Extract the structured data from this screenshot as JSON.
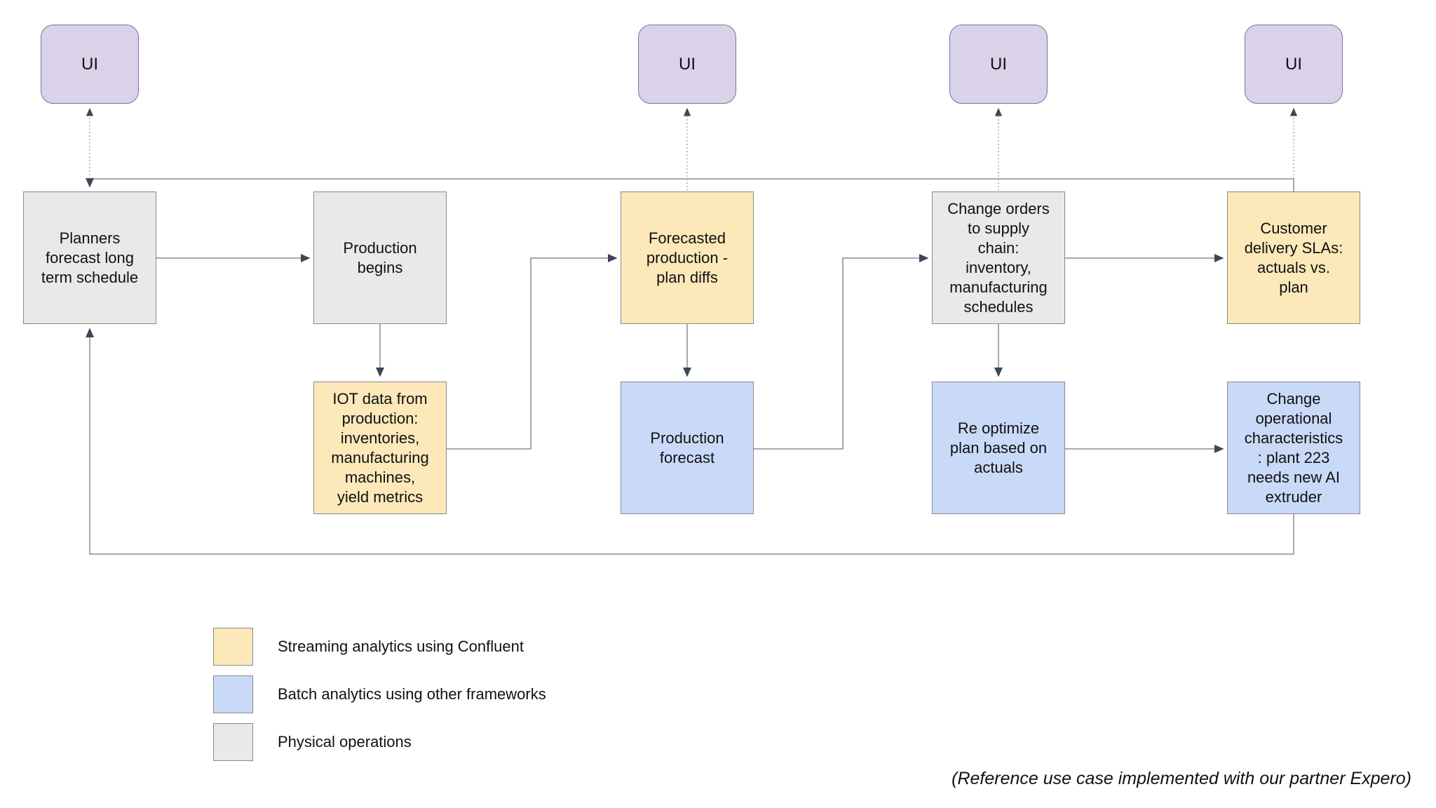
{
  "diagram": {
    "ui_nodes": [
      {
        "label": "UI"
      },
      {
        "label": "UI"
      },
      {
        "label": "UI"
      },
      {
        "label": "UI"
      }
    ],
    "nodes": [
      {
        "id": "planners-forecast",
        "type": "physical",
        "label": "Planners\nforecast long\nterm schedule"
      },
      {
        "id": "production-begins",
        "type": "physical",
        "label": "Production\nbegins"
      },
      {
        "id": "forecasted-production",
        "type": "streaming",
        "label": "Forecasted\nproduction -\nplan diffs"
      },
      {
        "id": "change-orders",
        "type": "physical",
        "label": "Change orders\nto supply\nchain:\ninventory,\nmanufacturing\nschedules"
      },
      {
        "id": "customer-slas",
        "type": "streaming",
        "label": "Customer\ndelivery SLAs:\nactuals vs.\nplan"
      },
      {
        "id": "iot-data",
        "type": "streaming",
        "label": "IOT data from\nproduction:\ninventories,\nmanufacturing\nmachines,\nyield metrics"
      },
      {
        "id": "production-forecast",
        "type": "batch",
        "label": "Production\nforecast"
      },
      {
        "id": "reoptimize-plan",
        "type": "batch",
        "label": "Re optimize\nplan based on\nactuals"
      },
      {
        "id": "change-operational",
        "type": "batch",
        "label": "Change\noperational\ncharacteristics\n: plant 223\nneeds new AI\nextruder"
      }
    ],
    "legend": {
      "items": [
        {
          "type": "streaming",
          "color": "#fce8b9",
          "label": "Streaming analytics using Confluent"
        },
        {
          "type": "batch",
          "color": "#c9daf8",
          "label": "Batch analytics using other frameworks"
        },
        {
          "type": "physical",
          "color": "#e9e9e9",
          "label": "Physical operations"
        }
      ]
    },
    "note": "(Reference use case implemented with our partner Expero)",
    "colors": {
      "ui_fill": "#d9d2e9",
      "ui_border": "#7d7494",
      "streaming_fill": "#fce8b9",
      "batch_fill": "#c9daf8",
      "physical_fill": "#e9e9e9",
      "box_border": "#8a8a8a",
      "connector": "#868d98",
      "arrowhead": "#3d4759",
      "background": "#ffffff"
    }
  }
}
